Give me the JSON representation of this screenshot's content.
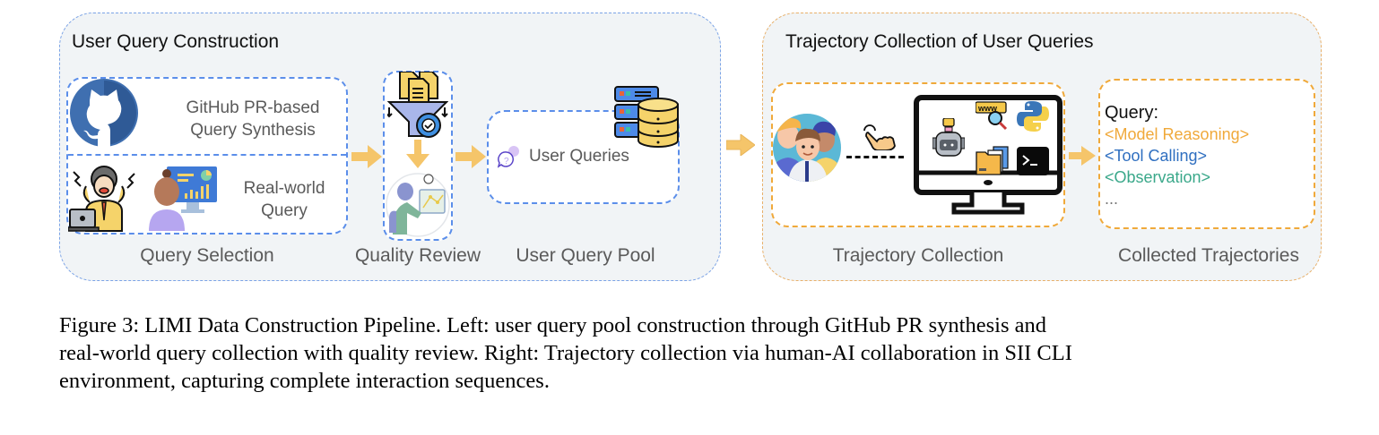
{
  "figure": {
    "left_panel": {
      "title": "User Query Construction",
      "query_selection": {
        "github_label_line1": "GitHub PR-based",
        "github_label_line2": "Query Synthesis",
        "realworld_label_line1": "Real-world",
        "realworld_label_line2": "Query",
        "caption": "Query Selection"
      },
      "quality_review": {
        "caption": "Quality Review"
      },
      "user_query_pool": {
        "inner_label": "User Queries",
        "caption": "User Query Pool"
      }
    },
    "right_panel": {
      "title": "Trajectory Collection of User Queries",
      "trajectory_collection": {
        "caption": "Trajectory Collection"
      },
      "collected_trajectories": {
        "caption": "Collected Trajectories",
        "lines": [
          {
            "text": "Query:",
            "color": "#111111"
          },
          {
            "text": "<Model Reasoning>",
            "color": "#f0a93a"
          },
          {
            "text": "<Tool Calling>",
            "color": "#2f6fc0"
          },
          {
            "text": "<Observation>",
            "color": "#3aa88a"
          },
          {
            "text": "...",
            "color": "#777777"
          }
        ]
      }
    },
    "colors": {
      "arrow": "#f5c56a",
      "left_border": "#5b8eea",
      "right_border": "#f0a93a",
      "panel_bg": "#f1f4f6"
    },
    "icons": [
      "github-icon",
      "stressed-person-icon",
      "analyst-person-icon",
      "filter-funnel-icon",
      "reviewer-person-icon",
      "database-server-icon",
      "question-bubble-icon",
      "people-group-icon",
      "pointer-hand-icon",
      "monitor-icon",
      "robot-icon",
      "web-search-icon",
      "python-icon",
      "folder-icon",
      "terminal-icon"
    ]
  },
  "caption": {
    "line1": "Figure 3: LIMI Data Construction Pipeline. Left: user query pool construction through GitHub PR synthesis and",
    "line2": "real-world query collection with quality review. Right: Trajectory collection via human-AI collaboration in SII CLI",
    "line3": "environment, capturing complete interaction sequences."
  }
}
